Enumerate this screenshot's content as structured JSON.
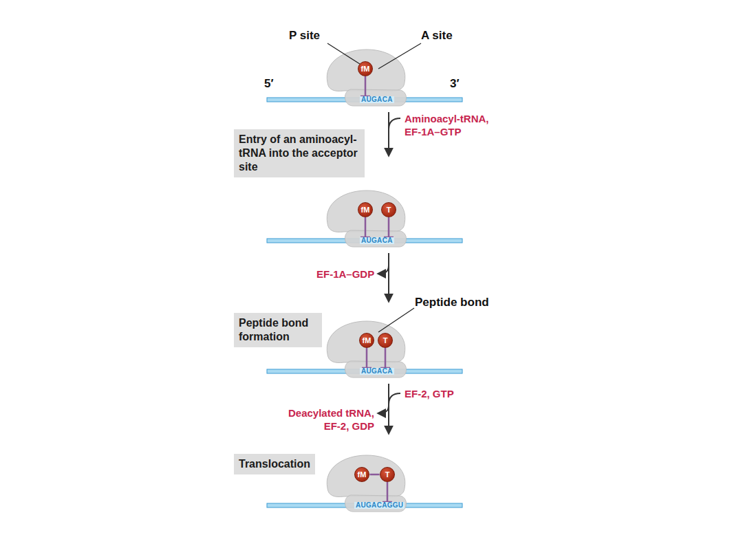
{
  "diagram": {
    "nodes": [
      {
        "text": [
          "fM"
        ]
      },
      {
        "text": [
          "Entry of an aminoacyl-tRNA into the acceptor site"
        ]
      },
      {
        "text": [
          "fM"
        ]
      },
      {
        "text": [
          "T"
        ]
      },
      {
        "text": [
          "Peptide bond formation"
        ]
      },
      {
        "text": [
          "fM"
        ]
      },
      {
        "text": [
          "T"
        ]
      },
      {
        "text": [
          "Translocation"
        ]
      },
      {
        "text": [
          "fM"
        ]
      },
      {
        "text": [
          "T"
        ]
      }
    ],
    "edges": [
      {
        "from": 8,
        "to": 9,
        "arrow": "none"
      }
    ],
    "labels": [
      "P site",
      "A site",
      "5′",
      "3′",
      "AUGACA",
      "Aminoacyl-tRNA, EF-1A–GTP",
      "AUGACA",
      "EF-1A–GDP",
      "Peptide bond",
      "AUGACA",
      "EF-2, GTP",
      "Deacylated tRNA, EF-2, GDP",
      "AUGACAGGU"
    ]
  }
}
